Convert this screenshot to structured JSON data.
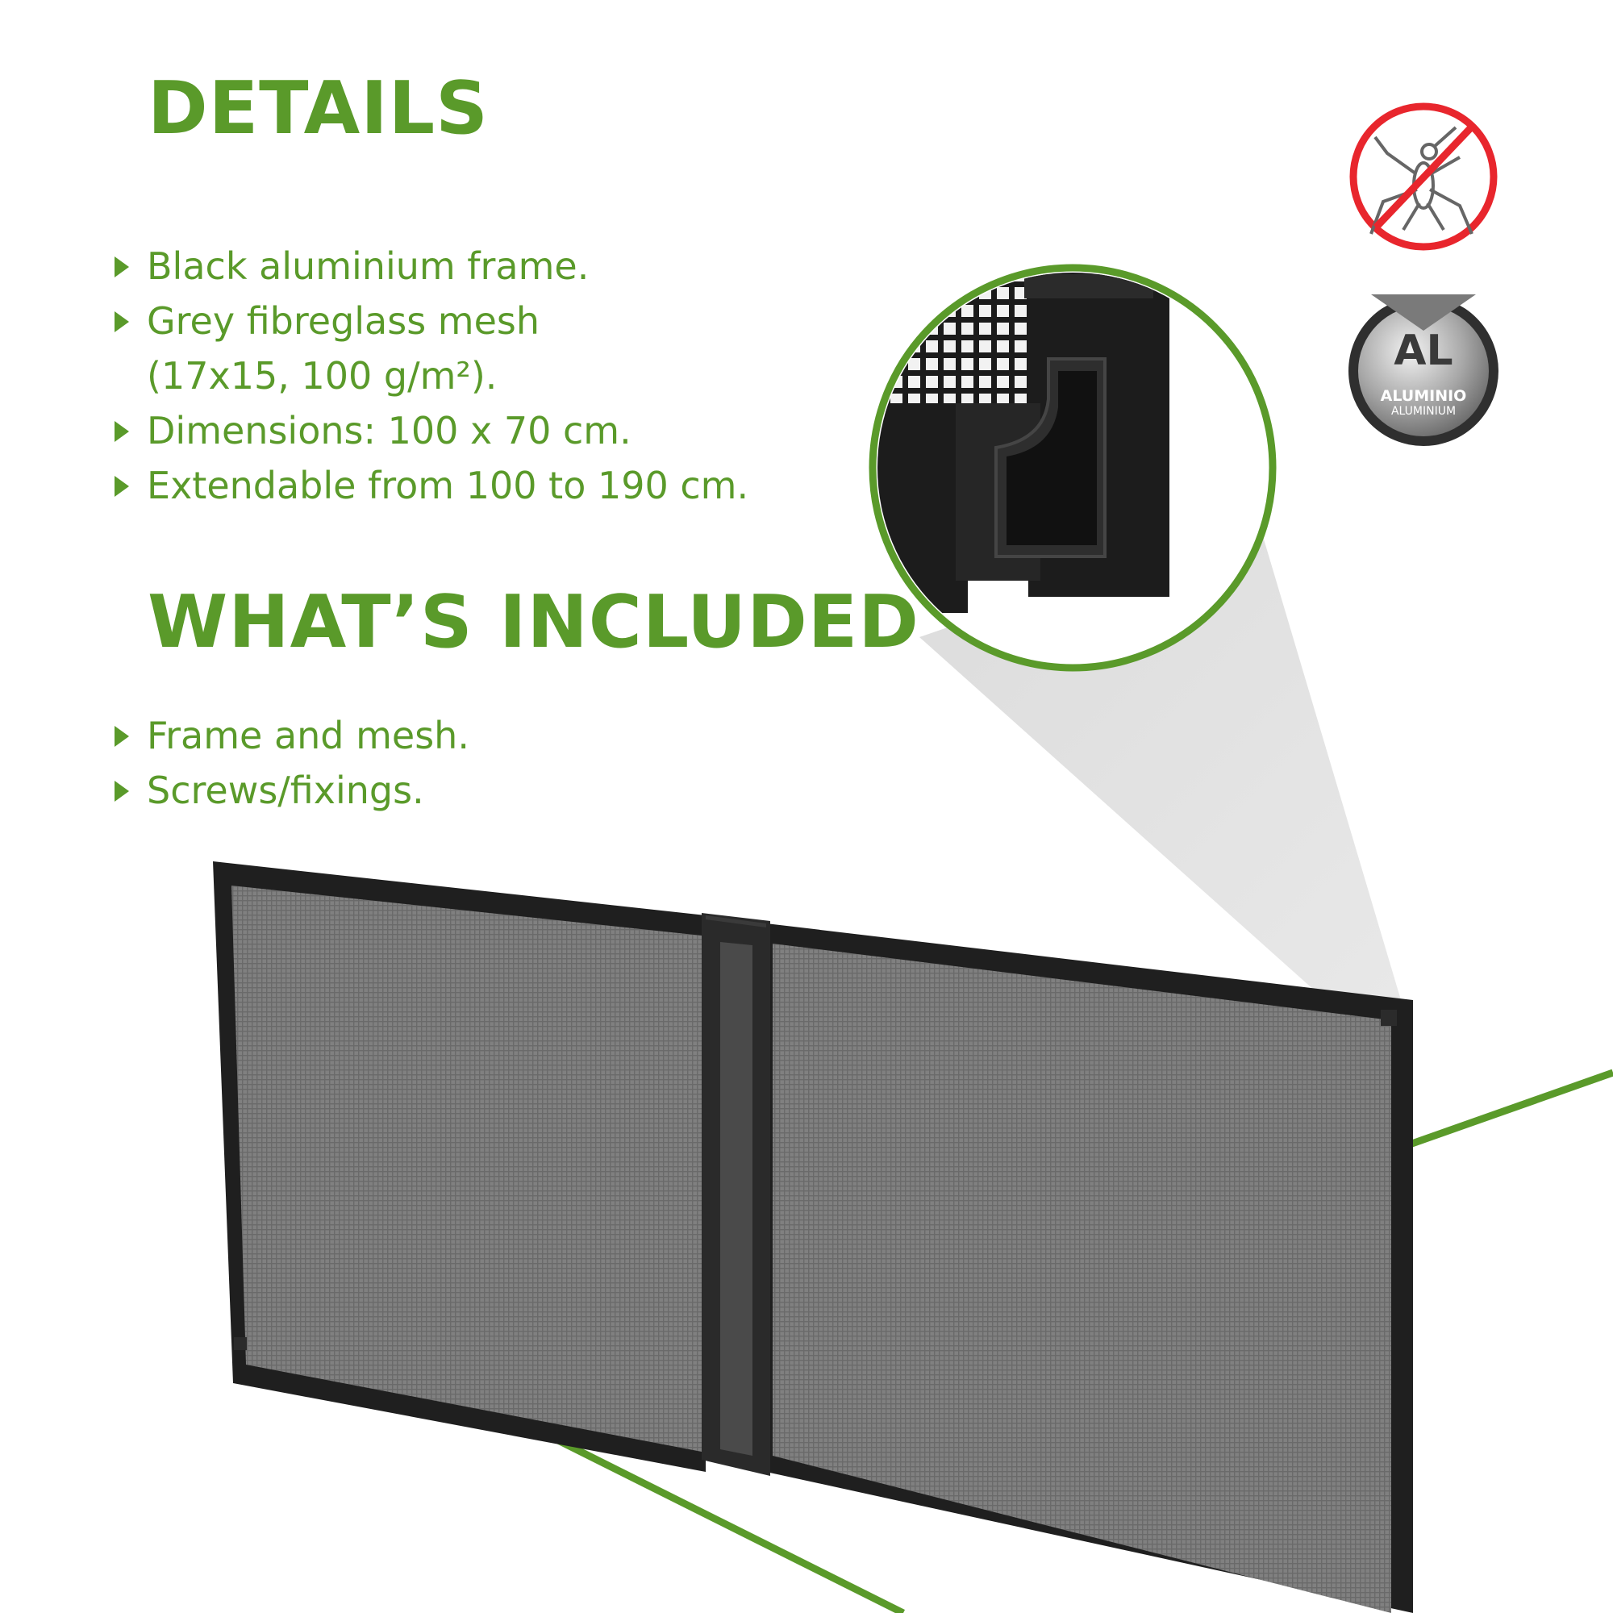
{
  "details": {
    "heading": "DETAILS",
    "items": [
      {
        "line1": "Black aluminium frame.",
        "line2": ""
      },
      {
        "line1": "Grey fibreglass mesh",
        "line2": "(17x15, 100 g/m²)."
      },
      {
        "line1": "Dimensions: 100 x 70 cm.",
        "line2": ""
      },
      {
        "line1": "Extendable from 100 to 190 cm.",
        "line2": ""
      }
    ]
  },
  "included": {
    "heading": "WHAT’S INCLUDED",
    "items": [
      {
        "line1": "Frame and mesh."
      },
      {
        "line1": "Screws/fixings."
      }
    ]
  },
  "badges": {
    "no_mosquito": {
      "icon": "no-mosquito-icon"
    },
    "aluminium": {
      "icon": "aluminium-icon",
      "symbol": "AL",
      "label": "ALUMINIO",
      "sublabel": "ALUMINIUM"
    }
  },
  "colors": {
    "accent": "#5a9a2a",
    "frame": "#1f1f1f",
    "mesh": "#7c7c7c",
    "badge_red": "#e8262d"
  }
}
